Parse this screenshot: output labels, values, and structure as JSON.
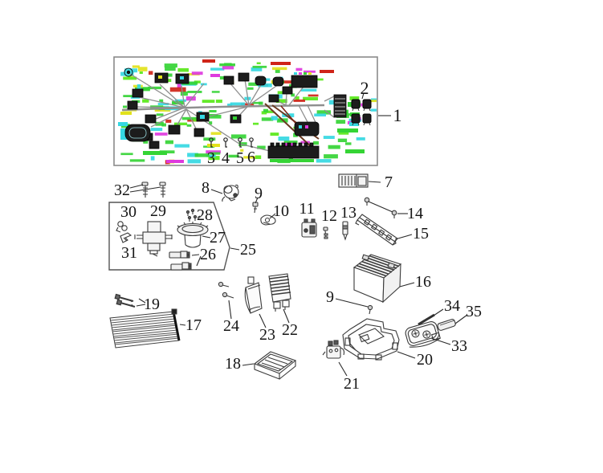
{
  "callouts": [
    {
      "id": "1",
      "label": "1"
    },
    {
      "id": "2",
      "label": "2"
    },
    {
      "id": "3",
      "label": "3"
    },
    {
      "id": "4",
      "label": "4"
    },
    {
      "id": "5",
      "label": "5"
    },
    {
      "id": "6",
      "label": "6"
    },
    {
      "id": "7",
      "label": "7"
    },
    {
      "id": "8",
      "label": "8"
    },
    {
      "id": "9",
      "label": "9"
    },
    {
      "id": "10",
      "label": "10"
    },
    {
      "id": "11",
      "label": "11"
    },
    {
      "id": "12",
      "label": "12"
    },
    {
      "id": "13",
      "label": "13"
    },
    {
      "id": "14",
      "label": "14"
    },
    {
      "id": "15",
      "label": "15"
    },
    {
      "id": "16",
      "label": "16"
    },
    {
      "id": "17",
      "label": "17"
    },
    {
      "id": "18",
      "label": "18"
    },
    {
      "id": "19",
      "label": "19"
    },
    {
      "id": "20",
      "label": "20"
    },
    {
      "id": "21",
      "label": "21"
    },
    {
      "id": "22",
      "label": "22"
    },
    {
      "id": "23",
      "label": "23"
    },
    {
      "id": "24",
      "label": "24"
    },
    {
      "id": "25",
      "label": "25"
    },
    {
      "id": "26",
      "label": "26"
    },
    {
      "id": "27",
      "label": "27"
    },
    {
      "id": "28",
      "label": "28"
    },
    {
      "id": "29",
      "label": "29"
    },
    {
      "id": "30",
      "label": "30"
    },
    {
      "id": "31",
      "label": "31"
    },
    {
      "id": "32",
      "label": "32"
    },
    {
      "id": "33",
      "label": "33"
    },
    {
      "id": "34",
      "label": "34"
    },
    {
      "id": "35",
      "label": "35"
    },
    {
      "id": "9b",
      "label": "9"
    }
  ],
  "harness": {
    "frame_color": "#8a8a8a",
    "wire_color": "#8f8f8f",
    "branch_wire_brown": "#6a3a22",
    "branch_wire_red": "#7c2618",
    "highlight_colors": {
      "green": "#35d435",
      "green2": "#58e818",
      "cyan": "#35d8e2",
      "yellow": "#e2e21c",
      "magenta": "#de3ade",
      "red": "#cf2418"
    }
  },
  "line_art": {
    "stroke": "#3a3a3a",
    "leader": "#2a2a2a"
  }
}
